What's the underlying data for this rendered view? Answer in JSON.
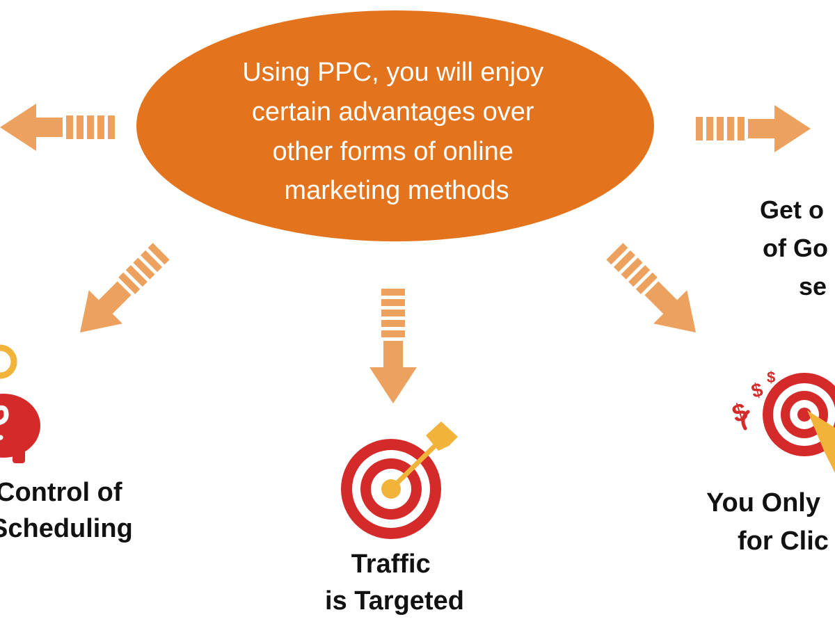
{
  "center": {
    "lines": [
      "Using PPC, you will enjoy",
      "certain advantages over",
      "other forms of online",
      "marketing methods"
    ]
  },
  "labels": {
    "control": [
      "Control of",
      "Scheduling"
    ],
    "traffic": [
      "Traffic",
      "is Targeted"
    ],
    "clicks": [
      "You Only",
      "for Clic"
    ],
    "google": [
      "Get o",
      "of Go",
      "se"
    ]
  },
  "icons": {
    "left": "piggy-bank-icon",
    "middle": "target-icon",
    "right": "money-target-icon"
  },
  "colors": {
    "ellipse": "#e3731c",
    "arrow": "#eda15e",
    "target_red": "#d42a2a",
    "gold": "#f2b33a",
    "text": "#111111",
    "white": "#ffffff"
  }
}
